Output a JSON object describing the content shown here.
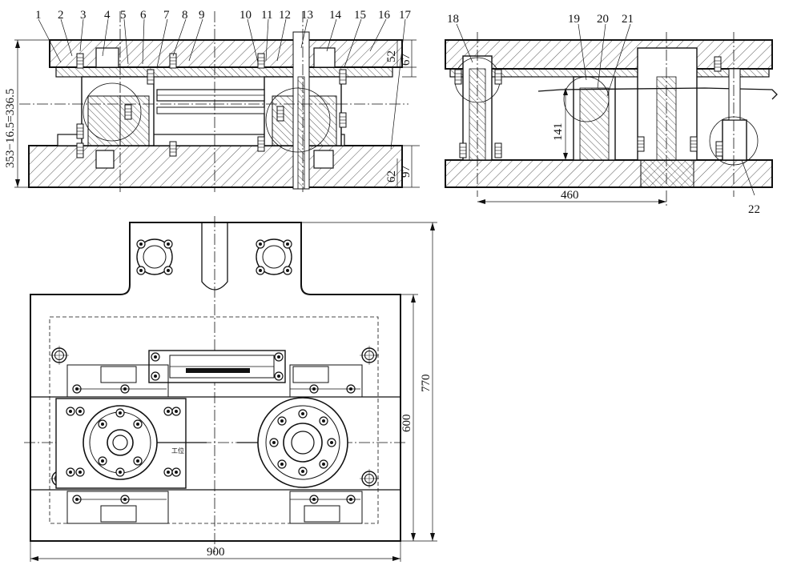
{
  "part_labels": [
    "1",
    "2",
    "3",
    "4",
    "5",
    "6",
    "7",
    "8",
    "9",
    "10",
    "11",
    "12",
    "13",
    "14",
    "15",
    "16",
    "17",
    "18",
    "19",
    "20",
    "21",
    "22"
  ],
  "dimensions": {
    "total_height": "353−16.5=336.5",
    "top_plate_a": "52",
    "top_plate_b": "67",
    "base_a": "62",
    "base_b": "97",
    "side_height": "141",
    "side_width": "460",
    "plan_height_outer": "770",
    "plan_height_inner": "600",
    "plan_width": "900"
  },
  "annotations": {
    "small_tag": "工位"
  }
}
